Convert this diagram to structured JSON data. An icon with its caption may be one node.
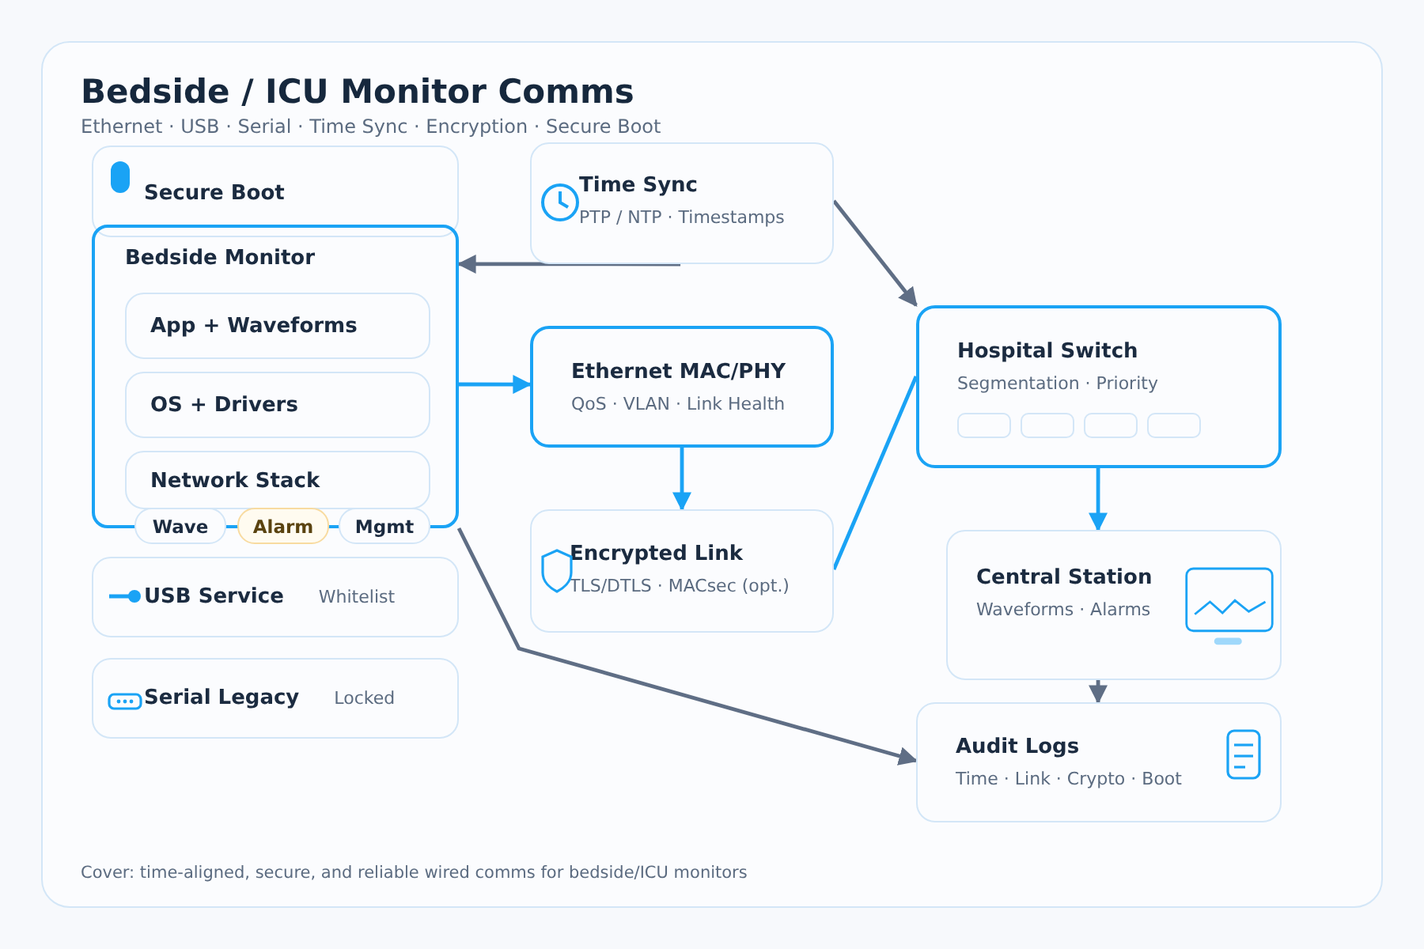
{
  "diagram": {
    "title": "Bedside / ICU Monitor Comms",
    "caption": "Cover: time-aligned, secure, and reliable wired comms for bedside/ICU monitors",
    "nodes": [
      {
        "text": [
          "Secure Boot"
        ]
      },
      {
        "text": [
          "Bedside Monitor"
        ]
      },
      {
        "text": [
          "App + Waveforms"
        ],
        "in": 1
      },
      {
        "text": [
          "OS + Drivers"
        ],
        "in": 1
      },
      {
        "text": [
          "Network Stack"
        ],
        "in": 1
      },
      {
        "text": [
          "Wave"
        ]
      },
      {
        "text": [
          "Alarm"
        ]
      },
      {
        "text": [
          "Mgmt"
        ]
      },
      {
        "text": [
          "USB Service",
          "Whitelist"
        ]
      },
      {
        "text": [
          "Serial Legacy",
          "Locked"
        ]
      },
      {
        "text": [
          "Time Sync",
          "PTP / NTP · Timestamps"
        ]
      },
      {
        "text": [
          "Ethernet MAC/PHY",
          "QoS · VLAN · Link Health"
        ]
      },
      {
        "text": [
          "Encrypted Link",
          "TLS/DTLS · MACsec (opt.)"
        ]
      },
      {
        "text": [
          "Hospital Switch",
          "Segmentation · Priority"
        ]
      },
      {
        "text": [
          "Central Station",
          "Waveforms · Alarms"
        ]
      },
      {
        "text": [
          "Audit Logs",
          "Time · Link · Crypto · Boot"
        ]
      }
    ],
    "edges": [
      {
        "from": 10,
        "to": 1,
        "arrow": "to",
        "color": "#5f6e85"
      },
      {
        "from": 10,
        "to": 13,
        "arrow": "to",
        "color": "#5f6e85"
      },
      {
        "from": 1,
        "to": 11,
        "arrow": "to",
        "color": "#1aa3f5"
      },
      {
        "from": 11,
        "to": 12,
        "arrow": "to",
        "color": "#1aa3f5"
      },
      {
        "from": 12,
        "to": 13,
        "arrow": "none",
        "color": "#1aa3f5"
      },
      {
        "from": 13,
        "to": 14,
        "arrow": "to",
        "color": "#1aa3f5"
      },
      {
        "from": 14,
        "to": 15,
        "arrow": "to",
        "color": "#5f6e85"
      },
      {
        "from": 1,
        "to": 15,
        "arrow": "to",
        "color": "#5f6e85"
      }
    ],
    "labels": [
      "Ethernet · USB · Serial · Time Sync · Encryption · Secure Boot"
    ]
  }
}
